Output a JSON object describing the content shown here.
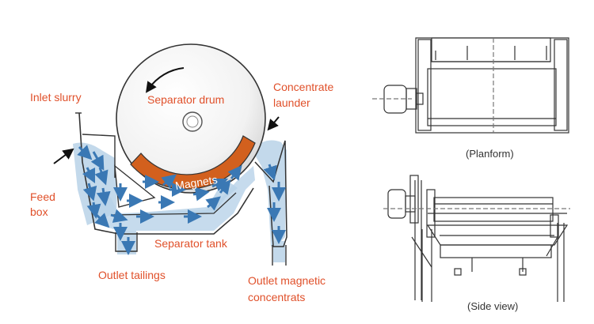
{
  "labels": {
    "inlet_slurry": "Inlet slurry",
    "separator_drum": "Separator drum",
    "concentrate_launder_1": "Concentrate",
    "concentrate_launder_2": "launder",
    "feed_box_1": "Feed",
    "feed_box_2": "box",
    "magnets": "Magnets",
    "separator_tank": "Separator tank",
    "outlet_tailings": "Outlet tailings",
    "outlet_magnetic_1": "Outlet magnetic",
    "outlet_magnetic_2": "concentrats"
  },
  "captions": {
    "planform": "(Planform)",
    "side_view": "(Side view)"
  },
  "colors": {
    "label": "#e0502a",
    "magnet_band": "#d2601e",
    "slurry": "#b8d2e8",
    "flow_arrow": "#3a78b4",
    "line": "#333333"
  }
}
